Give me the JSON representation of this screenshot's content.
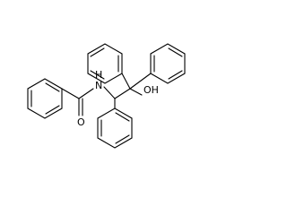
{
  "atoms": {
    "amide_nitrogen": "H\nN",
    "carbonyl_oxygen": "O",
    "hydroxyl": "OH"
  }
}
